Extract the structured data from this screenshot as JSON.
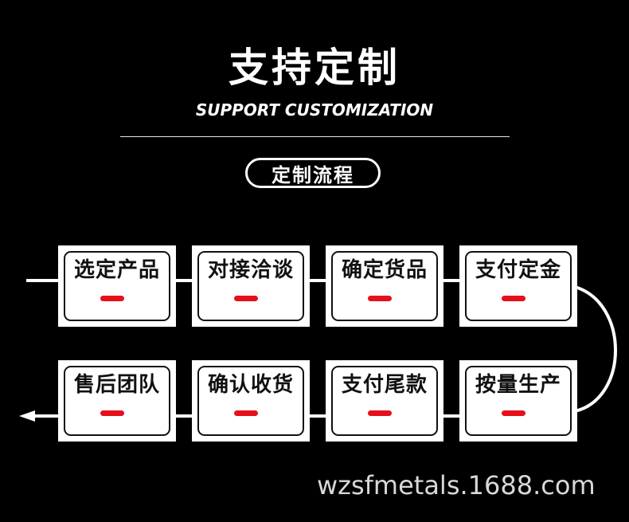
{
  "header": {
    "title": "支持定制",
    "subtitle": "SUPPORT CUSTOMIZATION"
  },
  "section": {
    "label": "定制流程"
  },
  "steps": {
    "row1": [
      {
        "label": "选定产品"
      },
      {
        "label": "对接洽谈"
      },
      {
        "label": "确定货品"
      },
      {
        "label": "支付定金"
      }
    ],
    "row2": [
      {
        "label": "售后团队"
      },
      {
        "label": "确认收货"
      },
      {
        "label": "支付尾款"
      },
      {
        "label": "按量生产"
      }
    ]
  },
  "colors": {
    "background": "#000000",
    "foreground": "#ffffff",
    "accent": "#e5101a"
  },
  "watermark": "wzsfmetals.1688.com"
}
